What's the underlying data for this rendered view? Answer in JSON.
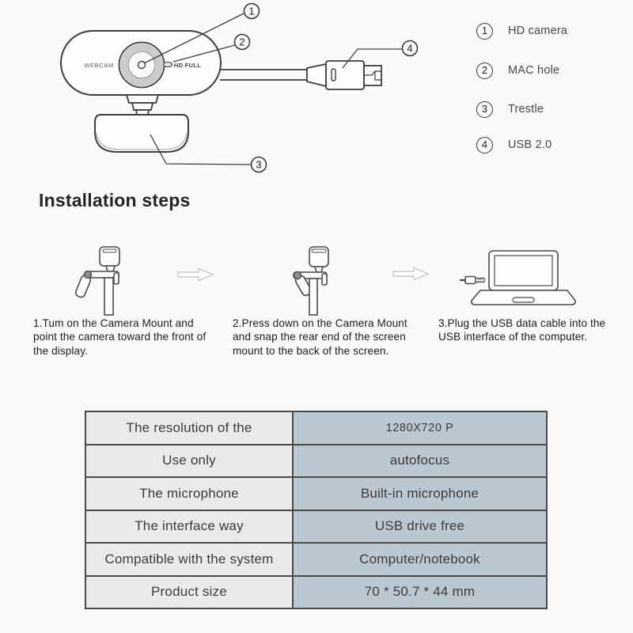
{
  "product_diagram": {
    "webcam_label": "WEBCAM",
    "hd_label": "HD FULL",
    "callouts": [
      "1",
      "2",
      "3",
      "4"
    ]
  },
  "parts_legend": [
    {
      "num": "1",
      "label": "HD camera"
    },
    {
      "num": "2",
      "label": "MAC hole"
    },
    {
      "num": "3",
      "label": "Trestle"
    },
    {
      "num": "4",
      "label": "USB 2.0"
    }
  ],
  "installation": {
    "heading": "Installation steps",
    "steps": [
      "1.Tum on the Camera Mount and point the camera toward the front of the display.",
      "2.Press down on the Camera Mount and snap the rear end of the screen mount to the back of the screen.",
      "3.Plug the USB data cable into the USB interface of the computer."
    ]
  },
  "spec_table": {
    "rows": [
      {
        "label": "The resolution of the",
        "value": "1280X720 P"
      },
      {
        "label": "Use only",
        "value": "autofocus"
      },
      {
        "label": "The microphone",
        "value": "Built-in microphone"
      },
      {
        "label": "The interface way",
        "value": "USB drive free"
      },
      {
        "label": "Compatible with the system",
        "value": "Computer/notebook"
      },
      {
        "label": "Product size",
        "value": "70 * 50.7 * 44 mm"
      }
    ]
  },
  "colors": {
    "page_bg": "#fbfaf8",
    "line_art": "#3d3d3d",
    "table_border": "#4a4a4a",
    "table_label_bg": "#eaeae8",
    "table_value_bg": "#bcc8d1",
    "text": "#3b3b3b"
  }
}
